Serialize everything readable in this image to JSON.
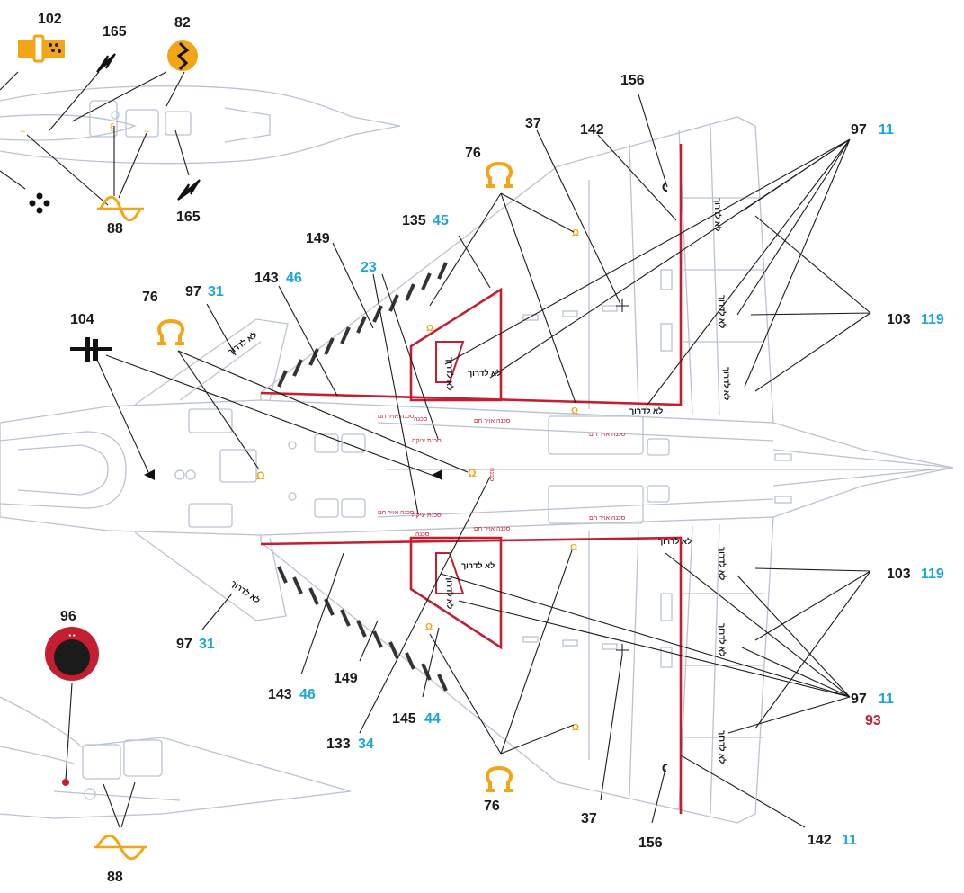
{
  "palette": {
    "outline": "#b9c3d1",
    "red_line": "#c41f30",
    "blue_number": "#1aa6dc",
    "black_number": "#1b1b1b",
    "orange_symbol": "#f2a516"
  },
  "icons": {
    "sym_102": "fuel-filler-icon",
    "sym_165": "lightning-icon",
    "sym_82": "lightning-circle-icon",
    "sym_88": "sine-wave-icon",
    "sym_76": "omega-icon",
    "sym_104": "ground-point-icon",
    "sym_96": "red-ring-roundel-icon",
    "sym_dots": "four-dots-icon"
  },
  "callouts": {
    "c102": "102",
    "c165_top": "165",
    "c82": "82",
    "c165_bottom": "165",
    "c88_top": "88",
    "c156_top": "156",
    "c37_top": "37",
    "c142_top": "142",
    "c97_11_top": {
      "a": "97",
      "b": "11"
    },
    "c76_top": "76",
    "c135_45": {
      "a": "135",
      "b": "45"
    },
    "c149_top": "149",
    "c23": "23",
    "c143_46_top": {
      "a": "143",
      "b": "46"
    },
    "c97_31_top": {
      "a": "97",
      "b": "31"
    },
    "c76_left": "76",
    "c104": "104",
    "c103_119_top": {
      "a": "103",
      "b": "119"
    },
    "c103_119_bottom": {
      "a": "103",
      "b": "119"
    },
    "c96": "96",
    "c97_31_bottom": {
      "a": "97",
      "b": "31"
    },
    "c143_46_bottom": {
      "a": "143",
      "b": "46"
    },
    "c149_bottom": "149",
    "c145_44": {
      "a": "145",
      "b": "44"
    },
    "c133_34": {
      "a": "133",
      "b": "34"
    },
    "c76_bottom": "76",
    "c37_bottom": "37",
    "c156_bottom": "156",
    "c142_11": {
      "a": "142",
      "b": "11"
    },
    "c97_11_93": {
      "a": "97",
      "b": "11",
      "c": "93"
    },
    "c88_bottom": "88"
  },
  "markings": {
    "no_step": "לא לדרוך",
    "no_step_short": "לא לדרוך",
    "danger": "סכנה",
    "danger_suction": "סכנת יניקה",
    "danger_air": "סכנה אויר חם"
  }
}
